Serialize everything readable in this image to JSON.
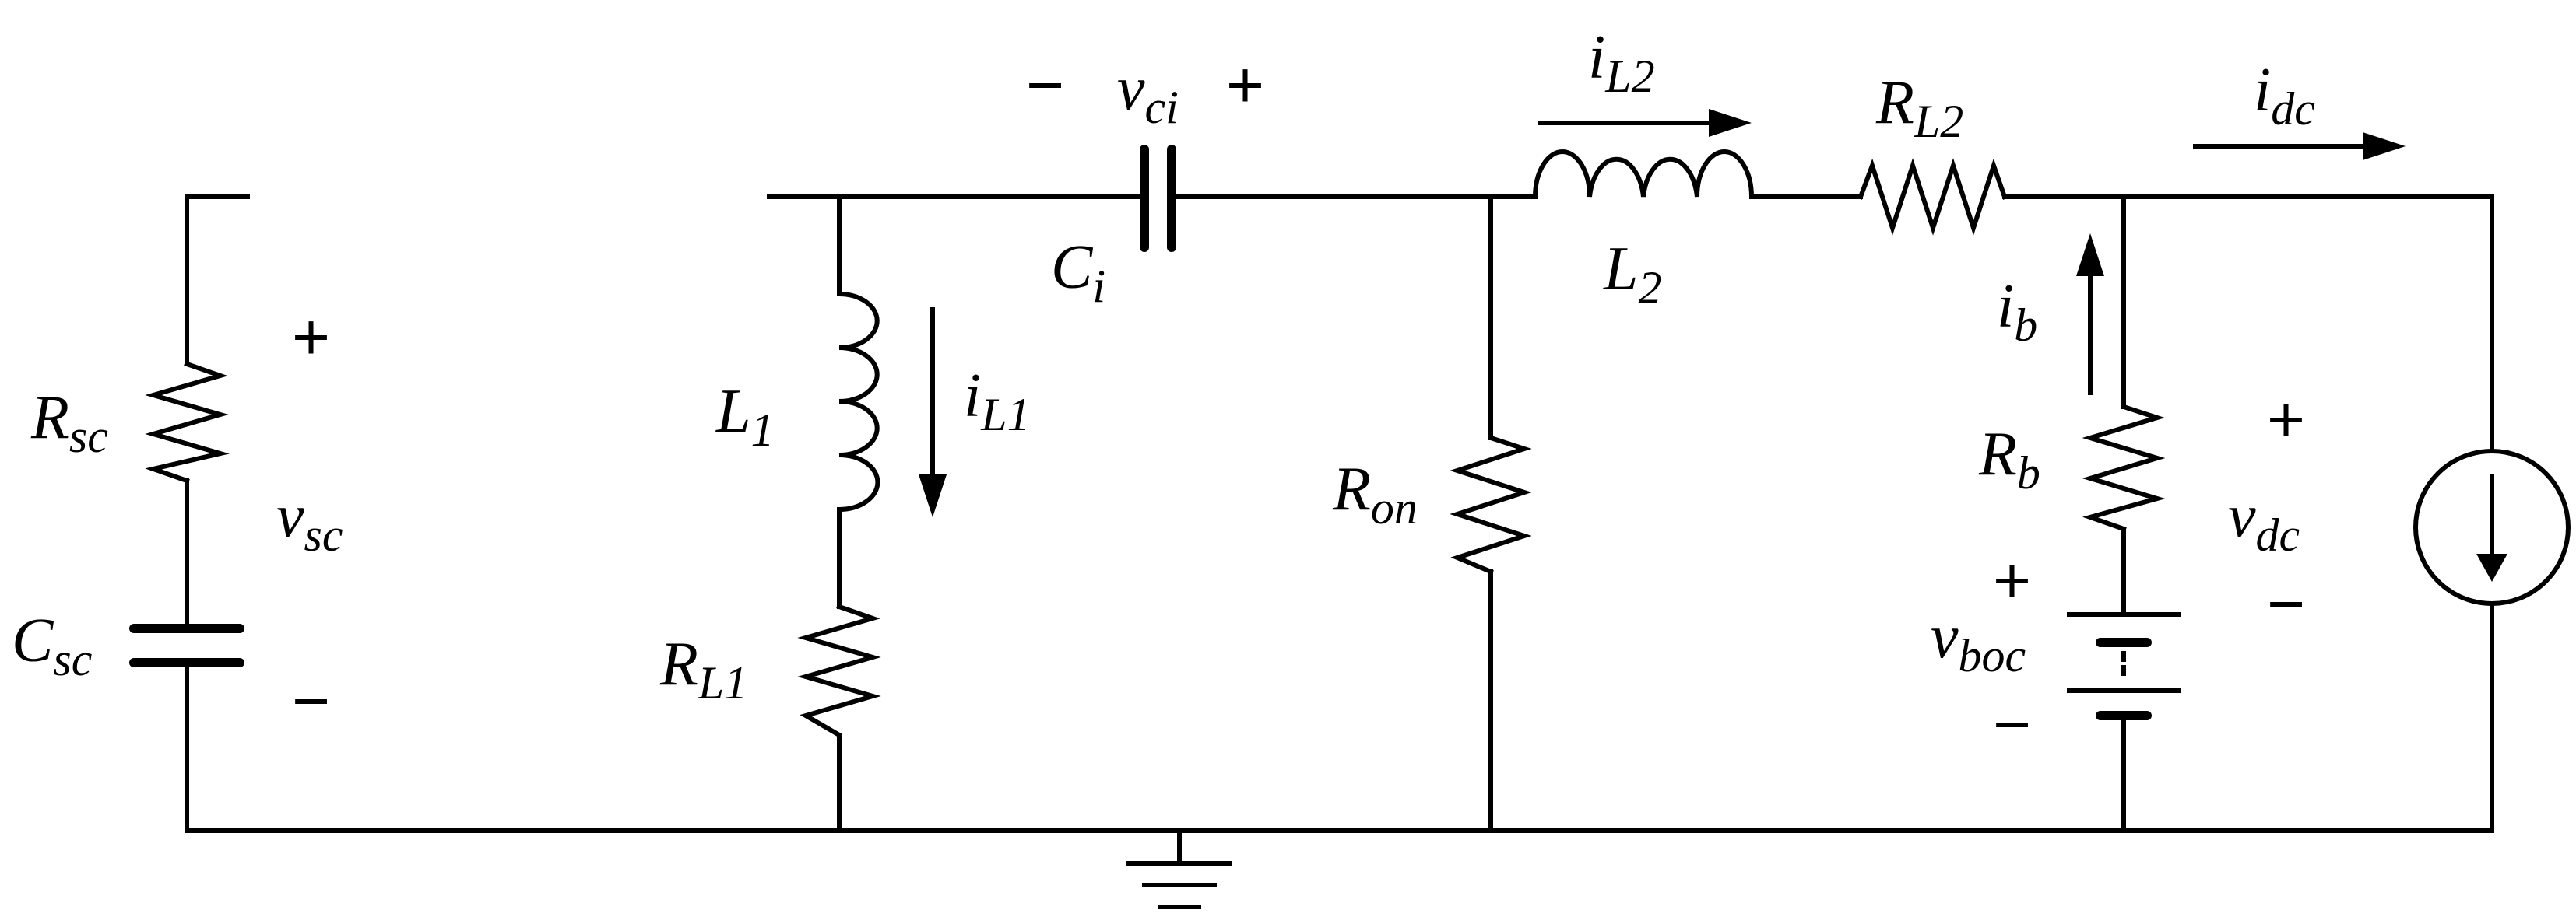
{
  "components": {
    "rsc": {
      "sym": "R",
      "sub": "sc"
    },
    "csc": {
      "sym": "C",
      "sub": "sc"
    },
    "vsc": {
      "sym": "v",
      "sub": "sc"
    },
    "l1": {
      "sym": "L",
      "sub": "1"
    },
    "il1": {
      "sym": "i",
      "sub": "L1"
    },
    "rl1": {
      "sym": "R",
      "sub": "L1"
    },
    "ci": {
      "sym": "C",
      "sub": "i"
    },
    "vci": {
      "sym": "v",
      "sub": "ci"
    },
    "ron": {
      "sym": "R",
      "sub": "on"
    },
    "l2": {
      "sym": "L",
      "sub": "2"
    },
    "il2": {
      "sym": "i",
      "sub": "L2"
    },
    "rl2": {
      "sym": "R",
      "sub": "L2"
    },
    "ib": {
      "sym": "i",
      "sub": "b"
    },
    "rb": {
      "sym": "R",
      "sub": "b"
    },
    "vboc": {
      "sym": "v",
      "sub": "boc"
    },
    "vdc": {
      "sym": "v",
      "sub": "dc"
    },
    "idc": {
      "sym": "i",
      "sub": "dc"
    }
  },
  "signs": {
    "plus": "+",
    "minus": "−"
  }
}
